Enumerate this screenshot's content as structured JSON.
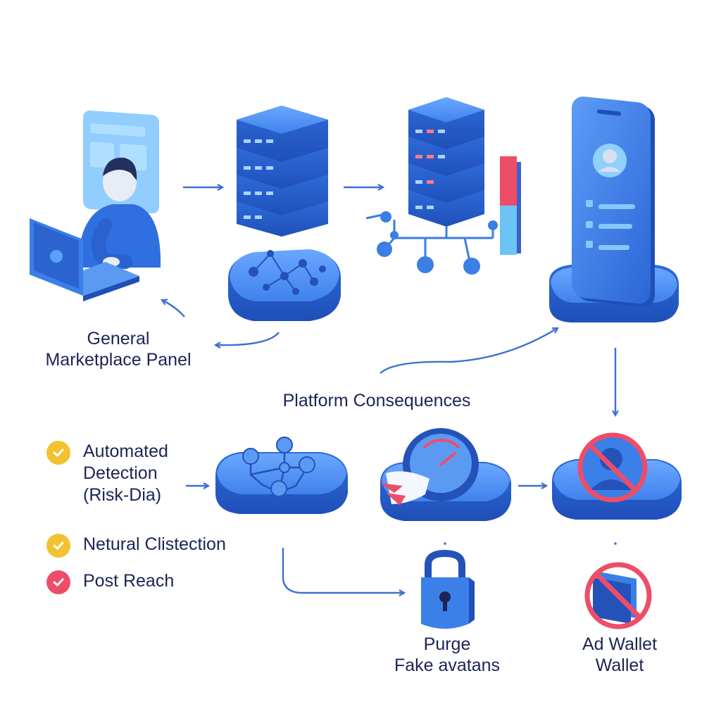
{
  "labels": {
    "panel_line1": "General",
    "panel_line2": "Marketplace Panel",
    "consequences": "Platform Consequences",
    "purge_line1": "Purge",
    "purge_line2": "Fake avatans",
    "wallet_line1": "Ad Wallet",
    "wallet_line2": "Wallet"
  },
  "checklist": [
    {
      "lines": [
        "Automated",
        "Detection",
        "(Risk-Dia)"
      ],
      "status_color": "#f2c230",
      "icon": "check-icon"
    },
    {
      "lines": [
        "Netural Clistection"
      ],
      "status_color": "#f2c230",
      "icon": "check-icon"
    },
    {
      "lines": [
        "Post Reach"
      ],
      "status_color": "#ee4d68",
      "icon": "check-icon"
    }
  ],
  "colors": {
    "primary_blue": "#3a7ee6",
    "dark_blue": "#2557c7",
    "arrow_blue": "#3f6fd1",
    "warning_yellow": "#f2c230",
    "alert_red": "#ee4d68",
    "text_navy": "#1c2456"
  }
}
